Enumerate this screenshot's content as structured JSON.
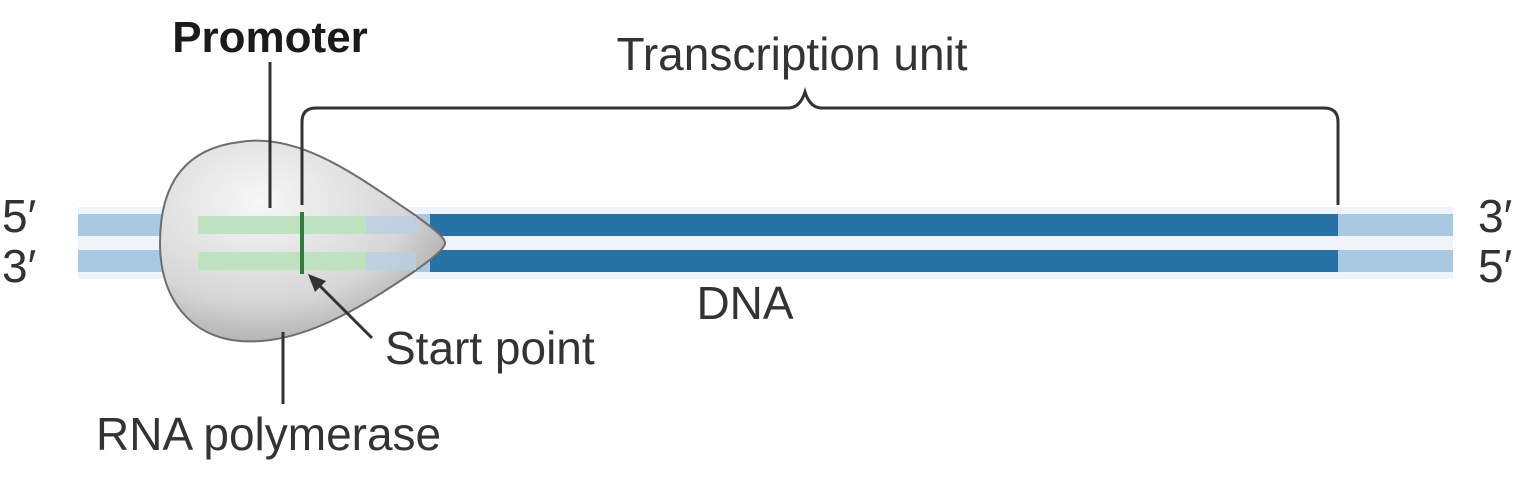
{
  "labels": {
    "promoter": "Promoter",
    "transcription_unit": "Transcription unit",
    "dna": "DNA",
    "start_point": "Start point",
    "rna_polymerase": "RNA polymerase"
  },
  "strand_ends": {
    "top_left": "5′",
    "bottom_left": "3′",
    "top_right": "3′",
    "bottom_right": "5′"
  },
  "colors": {
    "dna_dark": "#2573a6",
    "dna_light": "#a9c8e2",
    "promoter_green": "#bde3bf",
    "start_point_green": "#2f7d3e",
    "polymerase_fill": "#d9d9d9",
    "polymerase_outline": "#6e6e6e",
    "line": "#333333"
  }
}
